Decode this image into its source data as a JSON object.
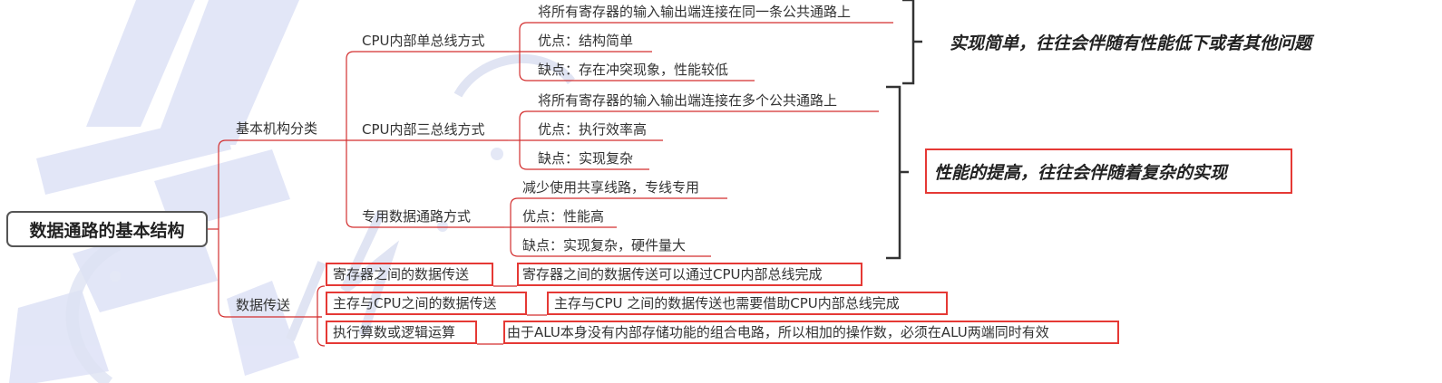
{
  "root": "数据通路的基本结构",
  "l1": {
    "structure": "基本机构分类",
    "transfer": "数据传送"
  },
  "single_bus": {
    "label": "CPU内部单总线方式",
    "desc": "将所有寄存器的输入输出端连接在同一条公共通路上",
    "pro": "优点：结构简单",
    "con": "缺点：存在冲突现象，性能较低"
  },
  "triple_bus": {
    "label": "CPU内部三总线方式",
    "desc": "将所有寄存器的输入输出端连接在多个公共通路上",
    "pro": "优点：执行效率高",
    "con": "缺点：实现复杂"
  },
  "dedicated": {
    "label": "专用数据通路方式",
    "desc": "减少使用共享线路，专线专用",
    "pro": "优点：性能高",
    "con": "缺点：实现复杂，硬件量大"
  },
  "transfers": [
    {
      "label": "寄存器之间的数据传送",
      "desc": "寄存器之间的数据传送可以通过CPU内部总线完成"
    },
    {
      "label": "主存与CPU之间的数据传送",
      "desc": "主存与CPU 之间的数据传送也需要借助CPU内部总线完成"
    },
    {
      "label": "执行算数或逻辑运算",
      "desc": "由于ALU本身没有内部存储功能的组合电路，所以相加的操作数，必须在ALU两端同时有效"
    }
  ],
  "summaries": {
    "single": "实现简单，往往会伴随有性能低下或者其他问题",
    "multi": "性能的提高，往往会伴随着复杂的实现"
  },
  "colors": {
    "line": "#d32f2f",
    "highlight": "#e53935",
    "watermark": "#d9def5"
  }
}
